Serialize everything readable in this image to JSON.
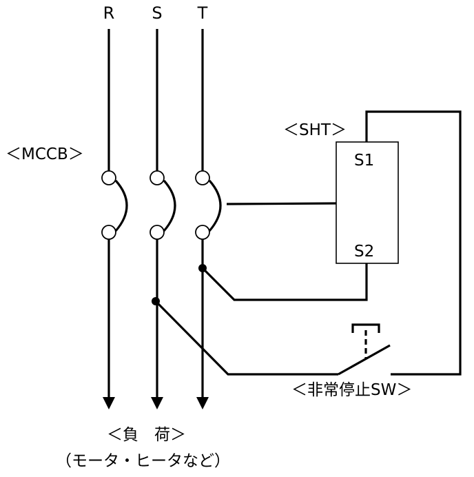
{
  "phases": {
    "r": "R",
    "s": "S",
    "t": "T"
  },
  "mccb_label": "＜MCCB＞",
  "sht": {
    "label": "＜SHT＞",
    "s1": "S1",
    "s2": "S2"
  },
  "emergency_stop_label": "＜非常停止SW＞",
  "load": {
    "label": "＜負　荷＞",
    "note": "（モータ・ヒータなど）"
  }
}
